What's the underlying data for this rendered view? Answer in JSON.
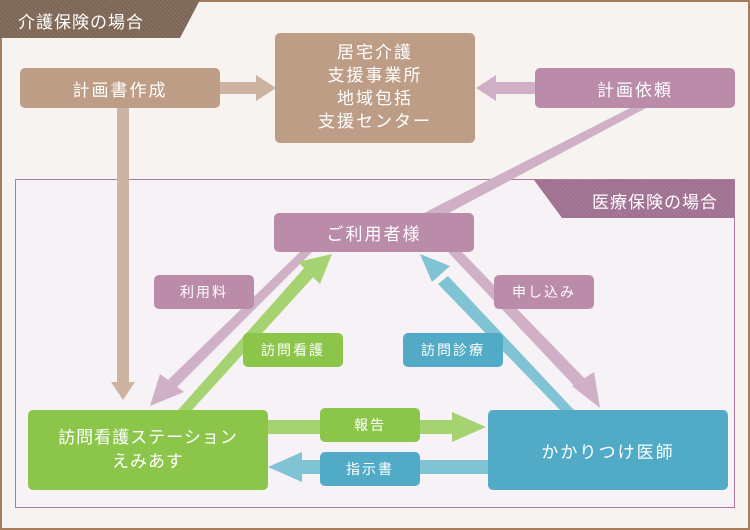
{
  "sections": {
    "kaigo_label": "介護保険の場合",
    "iryo_label": "医療保険の場合"
  },
  "nodes": {
    "plan_creation": "計画書作成",
    "care_center": [
      "居宅介護",
      "支援事業所",
      "地域包括",
      "支援センター"
    ],
    "plan_request": "計画依頼",
    "user": "ご利用者様",
    "station": [
      "訪問看護ステーション",
      "えみあす"
    ],
    "doctor": "かかりつけ医師"
  },
  "edge_labels": {
    "usage_fee": "利用料",
    "home_nursing": "訪問看護",
    "application": "申し込み",
    "home_visit_care": "訪問診療",
    "report": "報告",
    "instructions": "指示書"
  },
  "colors": {
    "brown": "#bd9d86",
    "brown_arrow": "#cdb3a1",
    "mauve": "#bb8ca9",
    "mauve_arrow": "#d0b0c6",
    "green": "#8bc54a",
    "green_arrow": "#a6d372",
    "blue": "#52abc6",
    "blue_arrow": "#80c3d5"
  }
}
